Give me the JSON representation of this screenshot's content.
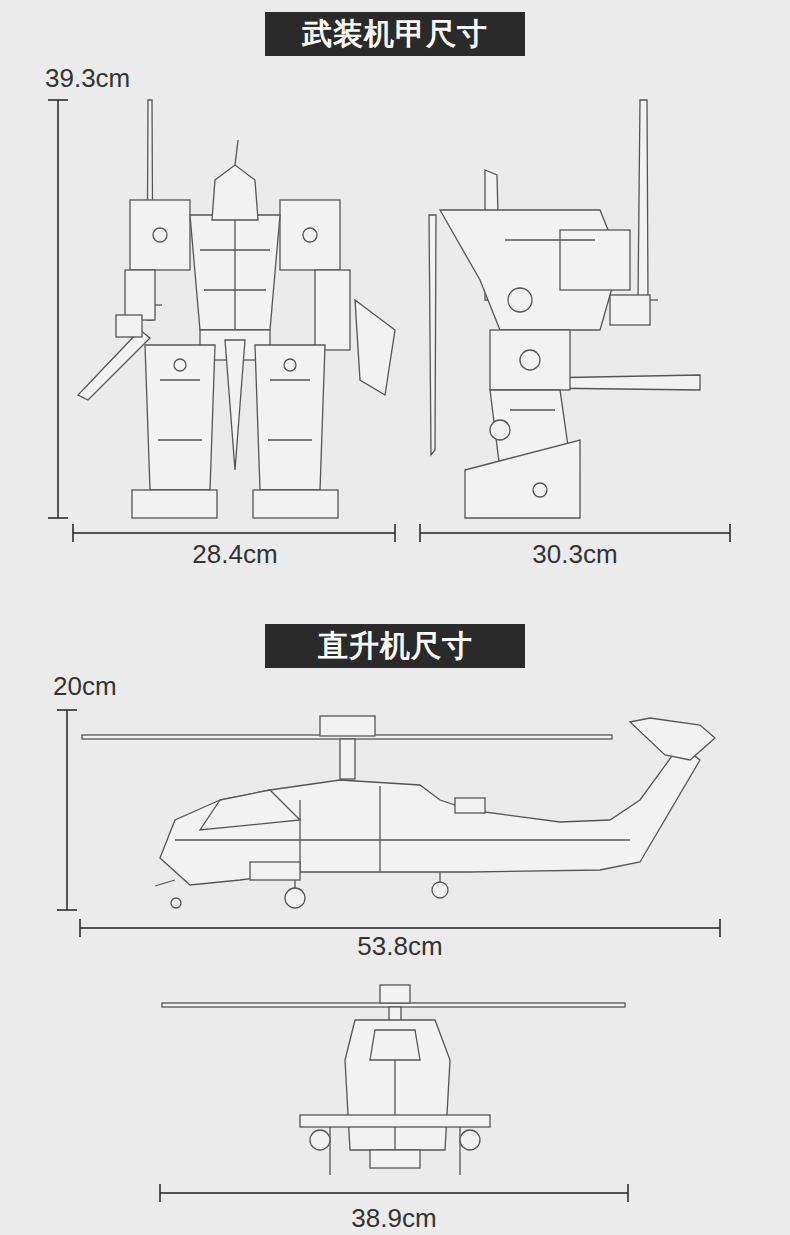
{
  "diagram": {
    "nodes": [
      {
        "text": [
          "武装机甲尺寸"
        ]
      },
      {
        "text": [
          "直升机尺寸"
        ]
      }
    ],
    "labels": [
      "39.3cm",
      "28.4cm",
      "30.3cm",
      "20cm",
      "53.8cm",
      "38.9cm"
    ]
  }
}
